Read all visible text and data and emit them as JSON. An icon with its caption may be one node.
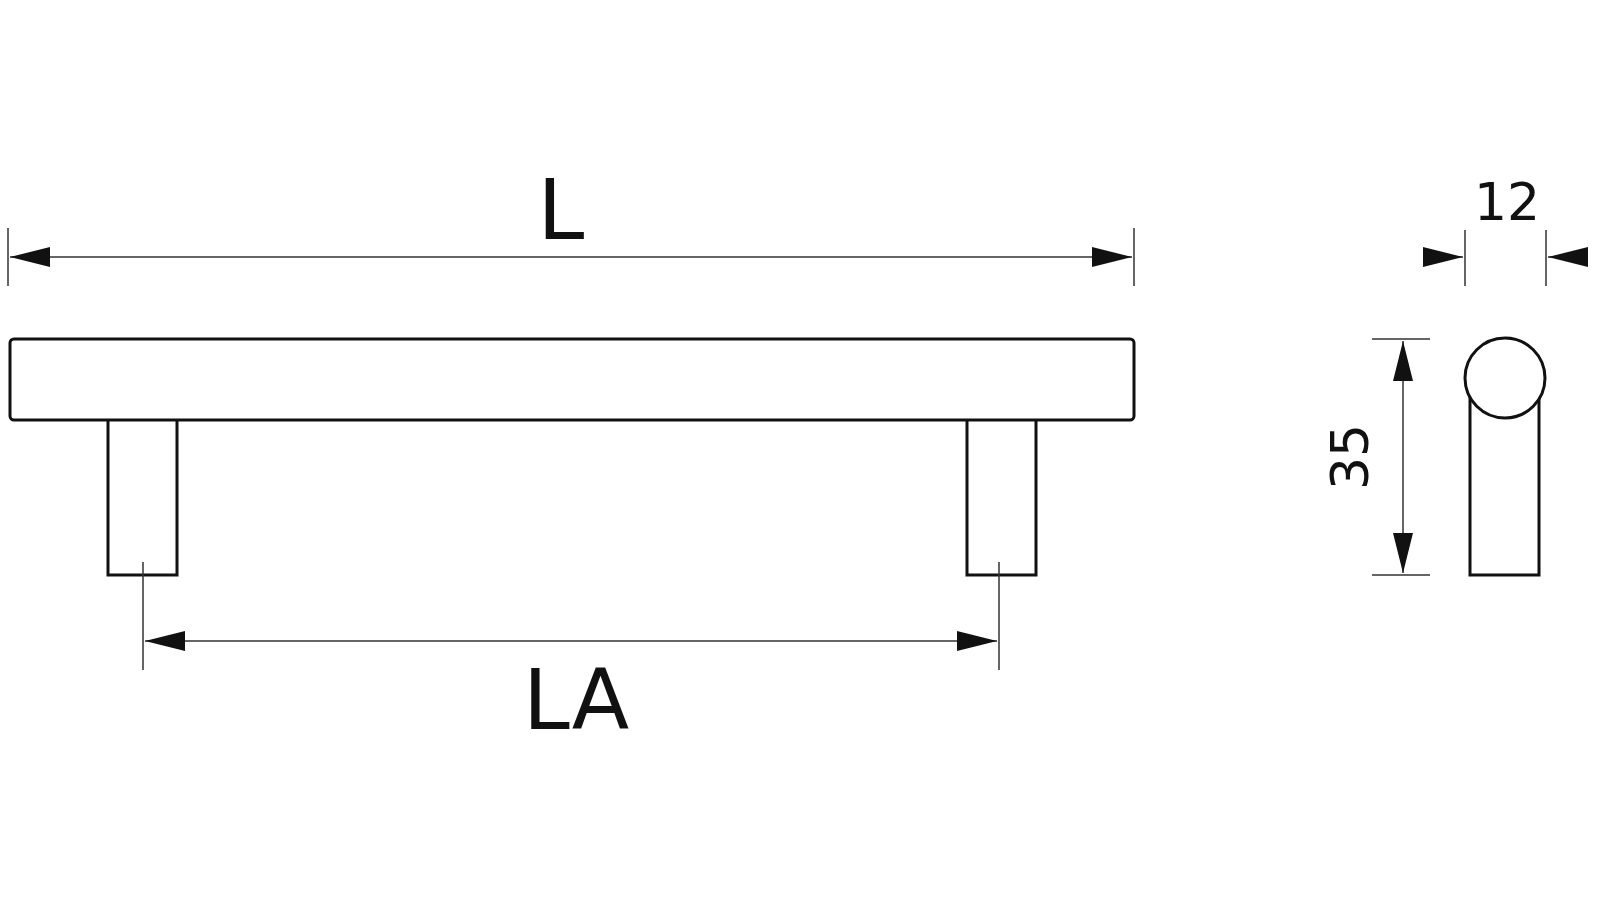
{
  "diagram": {
    "labels": [
      "L",
      "12",
      "35",
      "LA"
    ]
  }
}
